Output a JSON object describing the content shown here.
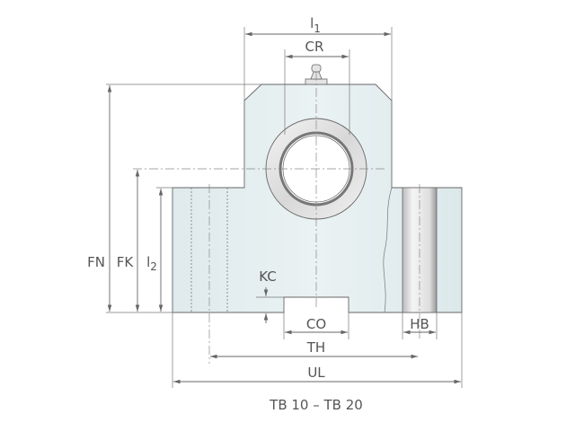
{
  "diagram": {
    "title": "TB 10 – TB 20",
    "labels": {
      "l1": "l",
      "l1_sub": "1",
      "cr": "CR",
      "fn": "FN",
      "fk": "FK",
      "l2": "l",
      "l2_sub": "2",
      "kc": "KC",
      "co": "CO",
      "hb": "HB",
      "th": "TH",
      "ul": "UL"
    },
    "colors": {
      "body": "#e4eef0",
      "line": "#666666",
      "text": "#555555"
    }
  }
}
